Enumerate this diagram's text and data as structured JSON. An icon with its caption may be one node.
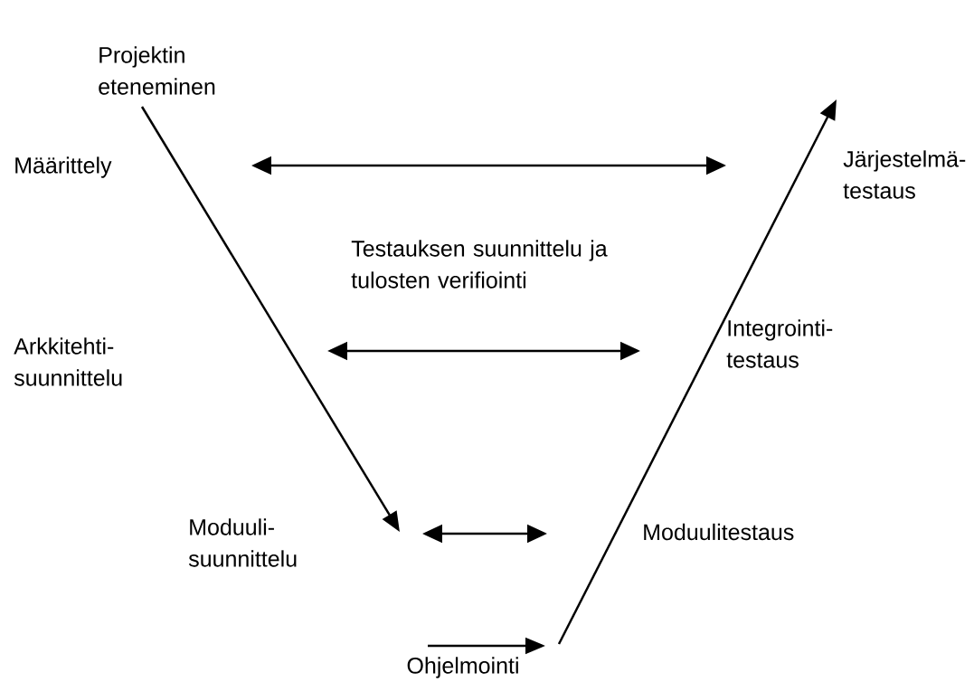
{
  "diagram": {
    "nodes": [
      {
        "text": [
          "Määrittely"
        ]
      },
      {
        "text": [
          "Järjestelmä- testaus"
        ]
      },
      {
        "text": [
          "Arkkitehti- suunnittelu"
        ]
      },
      {
        "text": [
          "Integrointi- testaus"
        ]
      },
      {
        "text": [
          "Moduuli- suunnittelu"
        ]
      },
      {
        "text": [
          "Moduulitestaus"
        ]
      },
      {
        "text": [
          "Ohjelmointi"
        ]
      }
    ],
    "labels": [
      "Projektin eteneminen",
      "Testauksen suunnittelu ja tulosten verifiointi"
    ]
  }
}
